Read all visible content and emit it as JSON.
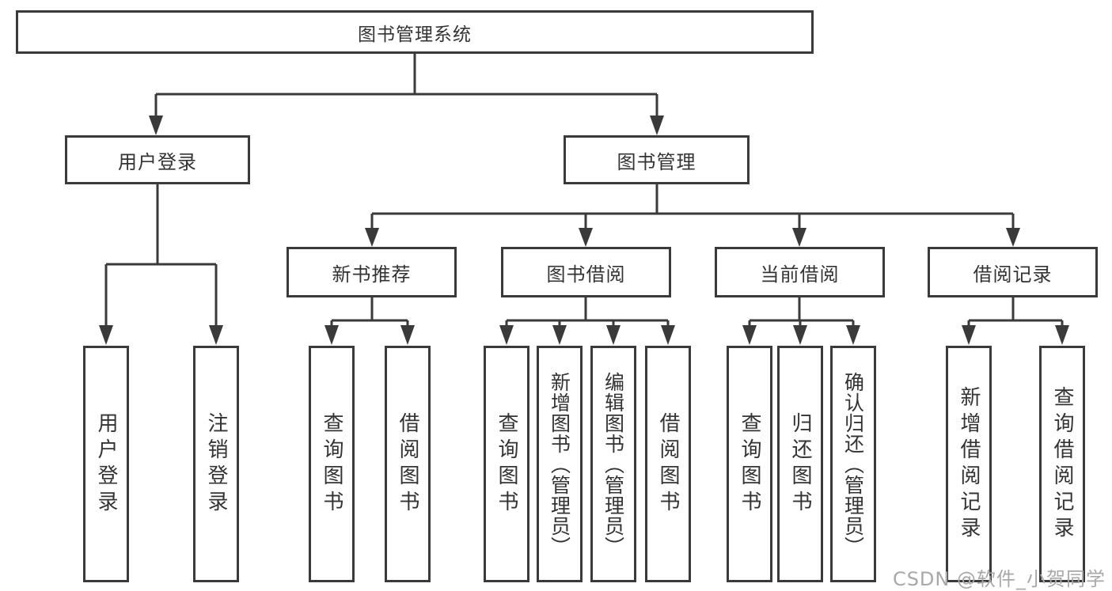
{
  "tree": {
    "root": "图书管理系统",
    "branches": [
      {
        "label": "用户登录",
        "children": [
          "用户登录",
          "注销登录"
        ]
      },
      {
        "label": "图书管理",
        "groups": [
          {
            "label": "新书推荐",
            "children": [
              "查询图书",
              "借阅图书"
            ]
          },
          {
            "label": "图书借阅",
            "children": [
              "查询图书",
              "新增图书（管理员）",
              "编辑图书（管理员）",
              "借阅图书"
            ]
          },
          {
            "label": "当前借阅",
            "children": [
              "查询图书",
              "归还图书",
              "确认归还（管理员）"
            ]
          },
          {
            "label": "借阅记录",
            "children": [
              "新增借阅记录",
              "查询借阅记录"
            ]
          }
        ]
      }
    ]
  },
  "watermark": "CSDN @软件_小贺同学",
  "colors": {
    "line": "#3a3a3a",
    "text": "#333333",
    "watermark": "#a8a8a8",
    "background": "#ffffff"
  }
}
